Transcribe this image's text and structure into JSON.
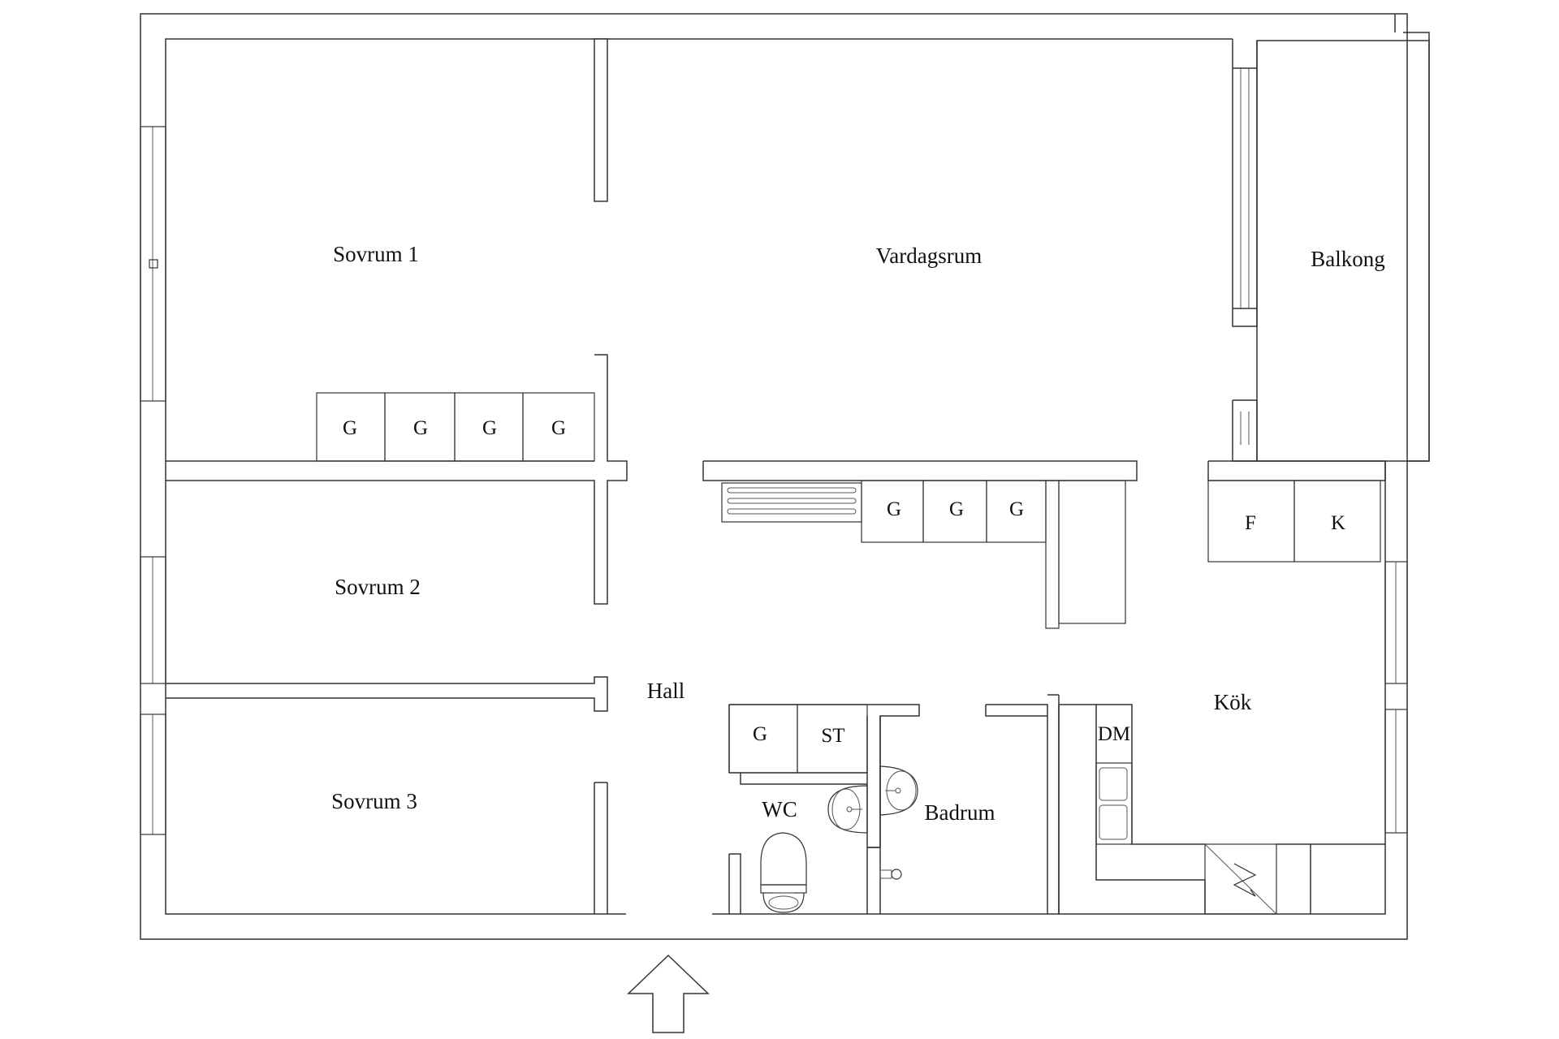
{
  "rooms": {
    "sovrum1": "Sovrum 1",
    "vardagsrum": "Vardagsrum",
    "balkong": "Balkong",
    "sovrum2": "Sovrum 2",
    "hall": "Hall",
    "sovrum3": "Sovrum 3",
    "kok": "Kök",
    "wc": "WC",
    "badrum": "Badrum"
  },
  "units": {
    "wardrobe": "G",
    "fridge": "F",
    "freezer": "K",
    "dishwasher": "DM",
    "storage": "ST"
  },
  "icons": [
    "entrance-arrow-icon",
    "toilet-icon",
    "sink-icon",
    "kitchen-sink-icon",
    "stove-icon",
    "radiator-icon",
    "shower-icon"
  ]
}
